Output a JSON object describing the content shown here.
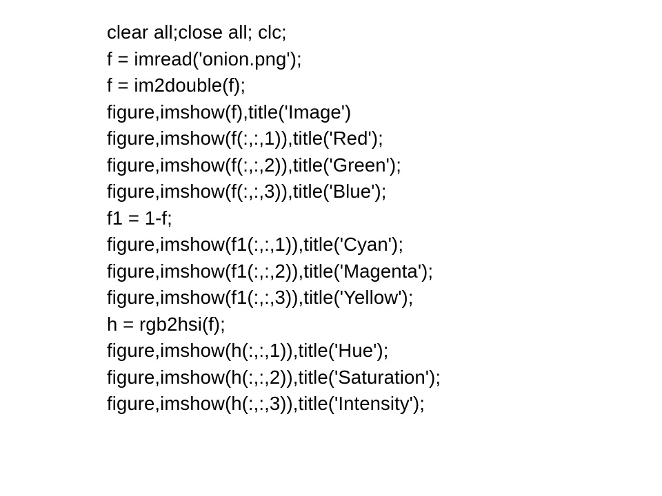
{
  "code_lines": [
    "clear all;close all; clc;",
    "f = imread('onion.png');",
    "f = im2double(f);",
    "figure,imshow(f),title('Image')",
    "figure,imshow(f(:,:,1)),title('Red');",
    "figure,imshow(f(:,:,2)),title('Green');",
    "figure,imshow(f(:,:,3)),title('Blue');",
    "f1 = 1-f;",
    "figure,imshow(f1(:,:,1)),title('Cyan');",
    "figure,imshow(f1(:,:,2)),title('Magenta');",
    "figure,imshow(f1(:,:,3)),title('Yellow');",
    "h = rgb2hsi(f);",
    "figure,imshow(h(:,:,1)),title('Hue');",
    "figure,imshow(h(:,:,2)),title('Saturation');",
    "figure,imshow(h(:,:,3)),title('Intensity');"
  ],
  "colors": {
    "background": "#ffffff",
    "text": "#000000"
  }
}
